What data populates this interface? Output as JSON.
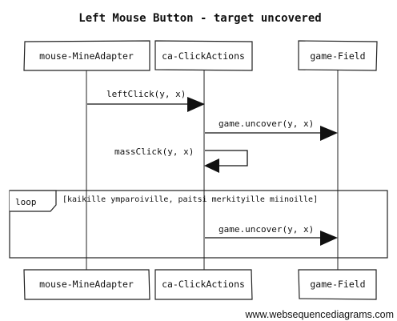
{
  "diagram": {
    "title": "Left Mouse Button - target uncovered",
    "participants": [
      "mouse-MineAdapter",
      "ca-ClickActions",
      "game-Field"
    ],
    "messages": [
      {
        "from": "mouse-MineAdapter",
        "to": "ca-ClickActions",
        "label": "leftClick(y, x)"
      },
      {
        "from": "ca-ClickActions",
        "to": "game-Field",
        "label": "game.uncover(y, x)"
      },
      {
        "from": "ca-ClickActions",
        "to": "ca-ClickActions",
        "label": "massClick(y, x)"
      },
      {
        "from": "ca-ClickActions",
        "to": "game-Field",
        "label": "game.uncover(y, x)"
      }
    ],
    "loop": {
      "label": "loop",
      "condition": "[kaikille ymparoiville, paitsi merkityille miinoille]"
    },
    "watermark": "www.websequencediagrams.com"
  }
}
